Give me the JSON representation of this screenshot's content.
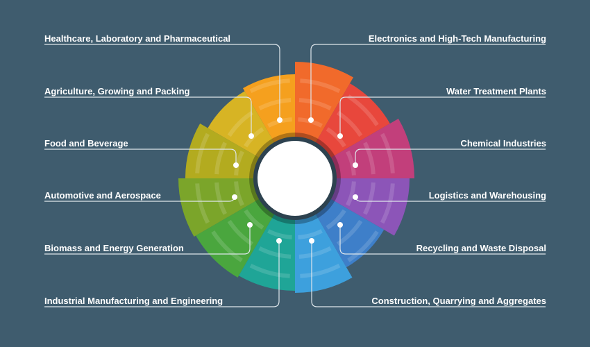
{
  "colors": {
    "background": "#3f5c6e",
    "line": "#dfe7ec",
    "center": "#ffffff"
  },
  "industries": [
    {
      "label": "Healthcare, Laboratory and Pharmaceutical",
      "side": "left",
      "color": "#f5a01e"
    },
    {
      "label": "Agriculture, Growing and Packing",
      "side": "left",
      "color": "#d7b424"
    },
    {
      "label": "Food and Beverage",
      "side": "left",
      "color": "#b3ab1f"
    },
    {
      "label": "Automotive and Aerospace",
      "side": "left",
      "color": "#7ba52a"
    },
    {
      "label": "Biomass and Energy Generation",
      "side": "left",
      "color": "#4aa63e"
    },
    {
      "label": "Industrial Manufacturing and Engineering",
      "side": "left",
      "color": "#1fa597"
    },
    {
      "label": "Electronics and High-Tech Manufacturing",
      "side": "right",
      "color": "#f16a2b"
    },
    {
      "label": "Water Treatment Plants",
      "side": "right",
      "color": "#e8473c"
    },
    {
      "label": "Chemical Industries",
      "side": "right",
      "color": "#c23f7b"
    },
    {
      "label": "Logistics and Warehousing",
      "side": "right",
      "color": "#8c55b8"
    },
    {
      "label": "Recycling and Waste Disposal",
      "side": "right",
      "color": "#3e7fc9"
    },
    {
      "label": "Construction, Quarrying and Aggregates",
      "side": "right",
      "color": "#3da0dd"
    }
  ]
}
